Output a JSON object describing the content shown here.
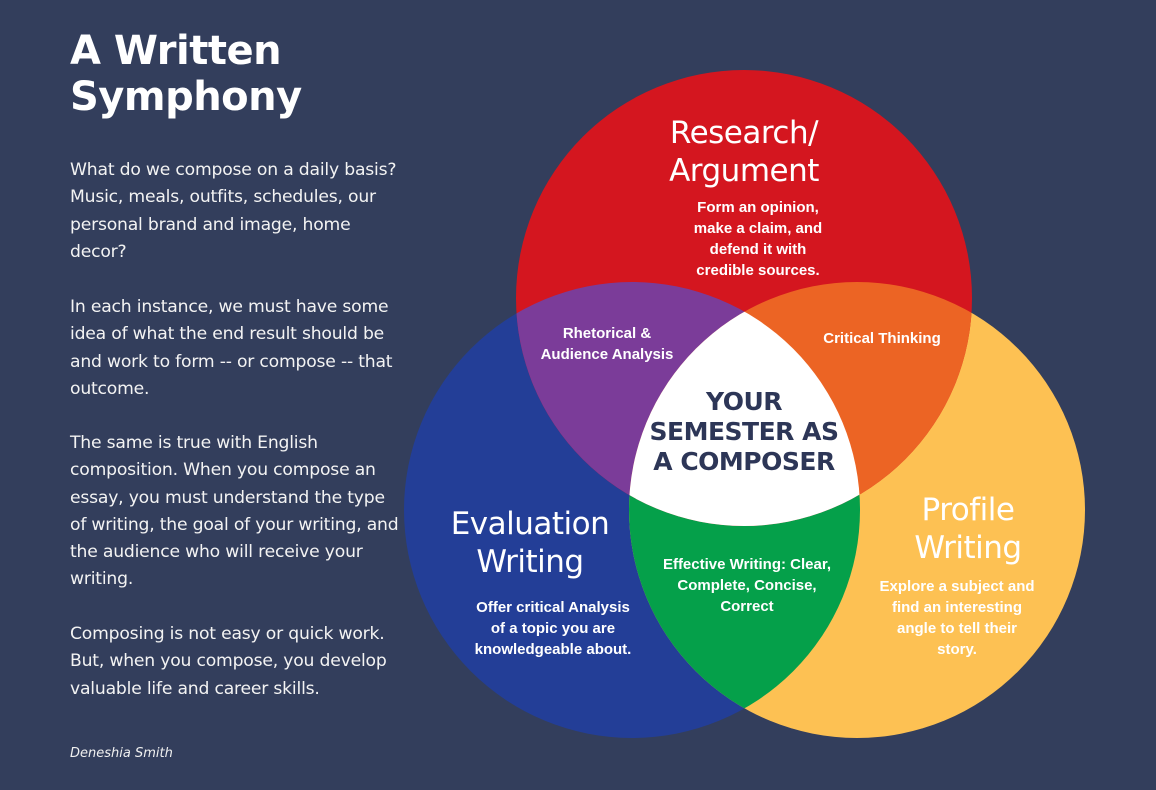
{
  "title": {
    "line1": "A Written",
    "line2": "Symphony"
  },
  "paragraphs": [
    "What do we compose on a daily basis? Music, meals, outfits, schedules, our personal brand and image, home decor?",
    "In each instance, we must have some idea of what the end result should be and work to form -- or compose -- that outcome.",
    "The same is true with English composition. When you compose an essay, you must understand the type of writing, the goal of your writing, and the audience who will receive your writing.",
    "Composing is not easy or quick work. But, when you compose, you develop valuable life and career skills."
  ],
  "author": "Deneshia Smith",
  "colors": {
    "background": "#333e5c",
    "red": "#d4161f",
    "blue": "#233e97",
    "yellow": "#fdc153",
    "purple": "#7b3c99",
    "orange": "#ec6424",
    "green": "#05a04a",
    "center": "#ffffff",
    "center_text": "#2d3657"
  },
  "venn": {
    "research": {
      "title1": "Research/",
      "title2": "Argument",
      "desc": [
        "Form an opinion,",
        "make a claim, and",
        "defend it with",
        "credible sources."
      ]
    },
    "evaluation": {
      "title1": "Evaluation",
      "title2": "Writing",
      "desc": [
        "Offer critical Analysis",
        "of a topic you are",
        "knowledgeable about."
      ]
    },
    "profile": {
      "title1": "Profile",
      "title2": "Writing",
      "desc": [
        "Explore a subject and",
        "find an interesting",
        "angle to tell their",
        "story."
      ]
    },
    "overlap_research_evaluation": {
      "lines": [
        "Rhetorical &",
        "Audience Analysis"
      ]
    },
    "overlap_research_profile": {
      "lines": [
        "Critical Thinking"
      ]
    },
    "overlap_evaluation_profile": {
      "lines": [
        "Effective Writing: Clear,",
        "Complete, Concise,",
        "Correct"
      ]
    },
    "center": {
      "lines": [
        "YOUR",
        "SEMESTER AS",
        "A COMPOSER"
      ]
    }
  }
}
